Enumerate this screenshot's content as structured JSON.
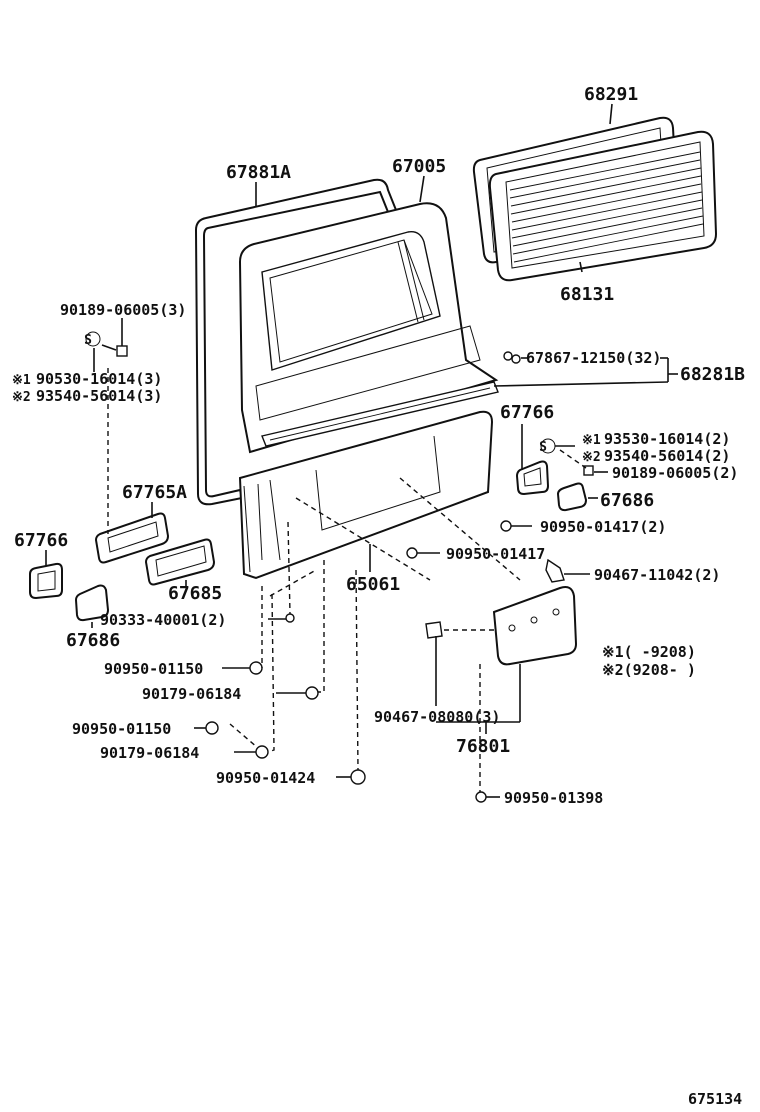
{
  "diagram": {
    "labels": {
      "p68291": "68291",
      "p67881A": "67881A",
      "p67005": "67005",
      "p68131": "68131",
      "p90189_06005_3": "90189-06005(3)",
      "s_left": "S",
      "p90530_16014_3": "90530-16014(3)",
      "p93540_56014_3": "93540-56014(3)",
      "p67867_12150": "67867-12150(32)",
      "p68281B": "68281B",
      "p67766_right": "67766",
      "s_right": "S",
      "p93530_16014_2": "93530-16014(2)",
      "p93540_56014_2": "93540-56014(2)",
      "p90189_06005_2": "90189-06005(2)",
      "p67686_right": "67686",
      "p67765A": "67765A",
      "p67766_left": "67766",
      "p90950_01417_2": "90950-01417(2)",
      "p90950_01417": "90950-01417",
      "p67685": "67685",
      "p65061": "65061",
      "p90467_11042": "90467-11042(2)",
      "p67686_left": "67686",
      "p90333_40001": "90333-40001(2)",
      "note1": "※1(    -9208)",
      "note2": "※2(9208-    )",
      "p90950_01150_a": "90950-01150",
      "p90179_06184_a": "90179-06184",
      "p90950_01150_b": "90950-01150",
      "p90179_06184_b": "90179-06184",
      "p90467_08080": "90467-08080(3)",
      "p76801": "76801",
      "p90950_01424": "90950-01424",
      "p90950_01398": "90950-01398",
      "diagram_id": "675134"
    },
    "markers": {
      "m1": "※1",
      "m2": "※2"
    }
  }
}
